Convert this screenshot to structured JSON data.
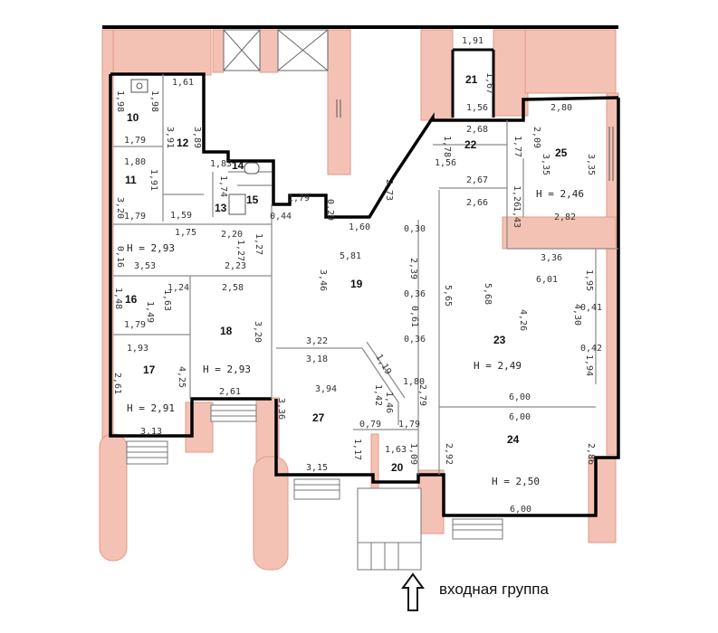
{
  "colors": {
    "wall_fill": "#f4c2b4",
    "wall_border": "#e09a88",
    "outline": "#000000",
    "thin_line": "#8a8a8a",
    "hatch": "#555555"
  },
  "rooms": [
    {
      "id": "r10",
      "number": "10"
    },
    {
      "id": "r11",
      "number": "11"
    },
    {
      "id": "r12",
      "number": "12"
    },
    {
      "id": "r13",
      "number": "13"
    },
    {
      "id": "r14",
      "number": "14"
    },
    {
      "id": "r15",
      "number": "15"
    },
    {
      "id": "r16",
      "number": "16"
    },
    {
      "id": "r17",
      "number": "17"
    },
    {
      "id": "r18",
      "number": "18"
    },
    {
      "id": "r19",
      "number": "19"
    },
    {
      "id": "r20",
      "number": "20"
    },
    {
      "id": "r21",
      "number": "21"
    },
    {
      "id": "r22",
      "number": "22"
    },
    {
      "id": "r23",
      "number": "23"
    },
    {
      "id": "r24",
      "number": "24"
    },
    {
      "id": "r25",
      "number": "25"
    },
    {
      "id": "r27",
      "number": "27"
    }
  ],
  "heights": [
    {
      "id": "h-11",
      "text": "H = 2,93"
    },
    {
      "id": "h-17",
      "text": "H = 2,91"
    },
    {
      "id": "h-18",
      "text": "H = 2,93"
    },
    {
      "id": "h-23",
      "text": "H = 2,49"
    },
    {
      "id": "h-24",
      "text": "H = 2,50"
    },
    {
      "id": "h-25",
      "text": "H = 2,46"
    }
  ],
  "dimensions": [
    {
      "id": "d1",
      "text": "1,91"
    },
    {
      "id": "d2",
      "text": "1,61"
    },
    {
      "id": "d3",
      "text": "1,98"
    },
    {
      "id": "d4",
      "text": "1,98"
    },
    {
      "id": "d5",
      "text": "1,79"
    },
    {
      "id": "d6",
      "text": "3,91"
    },
    {
      "id": "d7",
      "text": "3,89"
    },
    {
      "id": "d8",
      "text": "1,80"
    },
    {
      "id": "d9",
      "text": "1,91"
    },
    {
      "id": "d10",
      "text": "1,83"
    },
    {
      "id": "d11",
      "text": "1,74"
    },
    {
      "id": "d12",
      "text": "1,79"
    },
    {
      "id": "d13",
      "text": "1,59"
    },
    {
      "id": "d14",
      "text": "3,20"
    },
    {
      "id": "d15",
      "text": "1,75"
    },
    {
      "id": "d16",
      "text": "2,20"
    },
    {
      "id": "d17",
      "text": "0,44"
    },
    {
      "id": "d18",
      "text": "1,79"
    },
    {
      "id": "d19",
      "text": "0,29"
    },
    {
      "id": "d20",
      "text": "1,60"
    },
    {
      "id": "d21",
      "text": "2,73"
    },
    {
      "id": "d22",
      "text": "1,56"
    },
    {
      "id": "d23",
      "text": "2,68"
    },
    {
      "id": "d24",
      "text": "1,78"
    },
    {
      "id": "d25",
      "text": "1,77"
    },
    {
      "id": "d26",
      "text": "2,09"
    },
    {
      "id": "d27",
      "text": "2,80"
    },
    {
      "id": "d28",
      "text": "3,35"
    },
    {
      "id": "d29",
      "text": "3,35"
    },
    {
      "id": "d30",
      "text": "1,67"
    },
    {
      "id": "d31",
      "text": "1,56"
    },
    {
      "id": "d32",
      "text": "2,67"
    },
    {
      "id": "d33",
      "text": "2,66"
    },
    {
      "id": "d34",
      "text": "1,26"
    },
    {
      "id": "d35",
      "text": "1,43"
    },
    {
      "id": "d36",
      "text": "2,82"
    },
    {
      "id": "d37",
      "text": "3,36"
    },
    {
      "id": "d38",
      "text": "0,30"
    },
    {
      "id": "d39",
      "text": "5,81"
    },
    {
      "id": "d40",
      "text": "3,46"
    },
    {
      "id": "d41",
      "text": "2,39"
    },
    {
      "id": "d42",
      "text": "3,53"
    },
    {
      "id": "d43",
      "text": "2,23"
    },
    {
      "id": "d44",
      "text": "1,27"
    },
    {
      "id": "d45",
      "text": "1,27"
    },
    {
      "id": "d46",
      "text": "0,16"
    },
    {
      "id": "d47",
      "text": "1,24"
    },
    {
      "id": "d48",
      "text": "2,58"
    },
    {
      "id": "d49",
      "text": "1,48"
    },
    {
      "id": "d50",
      "text": "1,63"
    },
    {
      "id": "d51",
      "text": "1,49"
    },
    {
      "id": "d52",
      "text": "1,79"
    },
    {
      "id": "d53",
      "text": "1,93"
    },
    {
      "id": "d54",
      "text": "4,25"
    },
    {
      "id": "d55",
      "text": "3,20"
    },
    {
      "id": "d56",
      "text": "0,36"
    },
    {
      "id": "d57",
      "text": "0,36"
    },
    {
      "id": "d58",
      "text": "0,61"
    },
    {
      "id": "d59",
      "text": "5,65"
    },
    {
      "id": "d60",
      "text": "5,68"
    },
    {
      "id": "d61",
      "text": "6,01"
    },
    {
      "id": "d62",
      "text": "1,95"
    },
    {
      "id": "d63",
      "text": "4,26"
    },
    {
      "id": "d64",
      "text": "4,30"
    },
    {
      "id": "d65",
      "text": "0,41"
    },
    {
      "id": "d66",
      "text": "0,42"
    },
    {
      "id": "d67",
      "text": "1,94"
    },
    {
      "id": "d68",
      "text": "3,22"
    },
    {
      "id": "d69",
      "text": "3,18"
    },
    {
      "id": "d70",
      "text": "1,19"
    },
    {
      "id": "d71",
      "text": "1,80"
    },
    {
      "id": "d72",
      "text": "2,61"
    },
    {
      "id": "d73",
      "text": "2,61"
    },
    {
      "id": "d74",
      "text": "3,94"
    },
    {
      "id": "d75",
      "text": "1,42"
    },
    {
      "id": "d76",
      "text": "1,46"
    },
    {
      "id": "d77",
      "text": "2,79"
    },
    {
      "id": "d78",
      "text": "6,00"
    },
    {
      "id": "d79",
      "text": "6,00"
    },
    {
      "id": "d80",
      "text": "3,36"
    },
    {
      "id": "d81",
      "text": "0,79"
    },
    {
      "id": "d82",
      "text": "1,79"
    },
    {
      "id": "d83",
      "text": "3,13"
    },
    {
      "id": "d84",
      "text": "1,17"
    },
    {
      "id": "d85",
      "text": "1,63"
    },
    {
      "id": "d86",
      "text": "1,09"
    },
    {
      "id": "d87",
      "text": "2,92"
    },
    {
      "id": "d88",
      "text": "2,86"
    },
    {
      "id": "d89",
      "text": "3,15"
    },
    {
      "id": "d90",
      "text": "6,00"
    }
  ],
  "entrance": {
    "label": "входная группа"
  }
}
